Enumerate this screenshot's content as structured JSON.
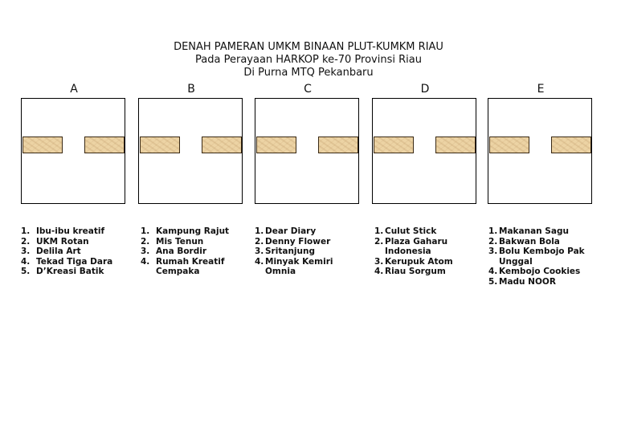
{
  "title": {
    "line1": "DENAH PAMERAN UMKM BINAAN PLUT-KUMKM RIAU",
    "line2": "Pada Perayaan HARKOP ke-70 Provinsi Riau",
    "line3": "Di Purna MTQ Pekanbaru"
  },
  "colors": {
    "booth_fill": "#ecd3a4",
    "outline": "#000000"
  },
  "halls": [
    {
      "label": "A",
      "exhibitors": [
        {
          "num": "1.",
          "name": "Ibu-ibu kreatif"
        },
        {
          "num": "2.",
          "name": "UKM Rotan"
        },
        {
          "num": "3.",
          "name": "Delila Art"
        },
        {
          "num": "4.",
          "name": "Tekad Tiga Dara"
        },
        {
          "num": "5.",
          "name": "D’Kreasi Batik"
        }
      ]
    },
    {
      "label": "B",
      "exhibitors": [
        {
          "num": "1.",
          "name": "Kampung Rajut"
        },
        {
          "num": "2.",
          "name": "Mis Tenun"
        },
        {
          "num": "3.",
          "name": "Ana Bordir"
        },
        {
          "num": "4.",
          "name": "Rumah Kreatif Cempaka"
        }
      ]
    },
    {
      "label": "C",
      "exhibitors": [
        {
          "num": "1.",
          "name": "Dear Diary"
        },
        {
          "num": "2.",
          "name": "Denny Flower"
        },
        {
          "num": "3.",
          "name": "Sritanjung"
        },
        {
          "num": "4.",
          "name": "Minyak Kemiri Omnia"
        }
      ]
    },
    {
      "label": "D",
      "exhibitors": [
        {
          "num": "1.",
          "name": "Culut Stick"
        },
        {
          "num": "2.",
          "name": "Plaza Gaharu Indonesia"
        },
        {
          "num": "3.",
          "name": "Kerupuk Atom"
        },
        {
          "num": "4.",
          "name": "Riau Sorgum"
        }
      ]
    },
    {
      "label": "E",
      "exhibitors": [
        {
          "num": "1.",
          "name": "Makanan Sagu"
        },
        {
          "num": "2.",
          "name": "Bakwan Bola"
        },
        {
          "num": "3.",
          "name": "Bolu Kembojo Pak Unggal"
        },
        {
          "num": "4.",
          "name": "Kembojo Cookies"
        },
        {
          "num": "5.",
          "name": "Madu NOOR"
        }
      ]
    }
  ]
}
